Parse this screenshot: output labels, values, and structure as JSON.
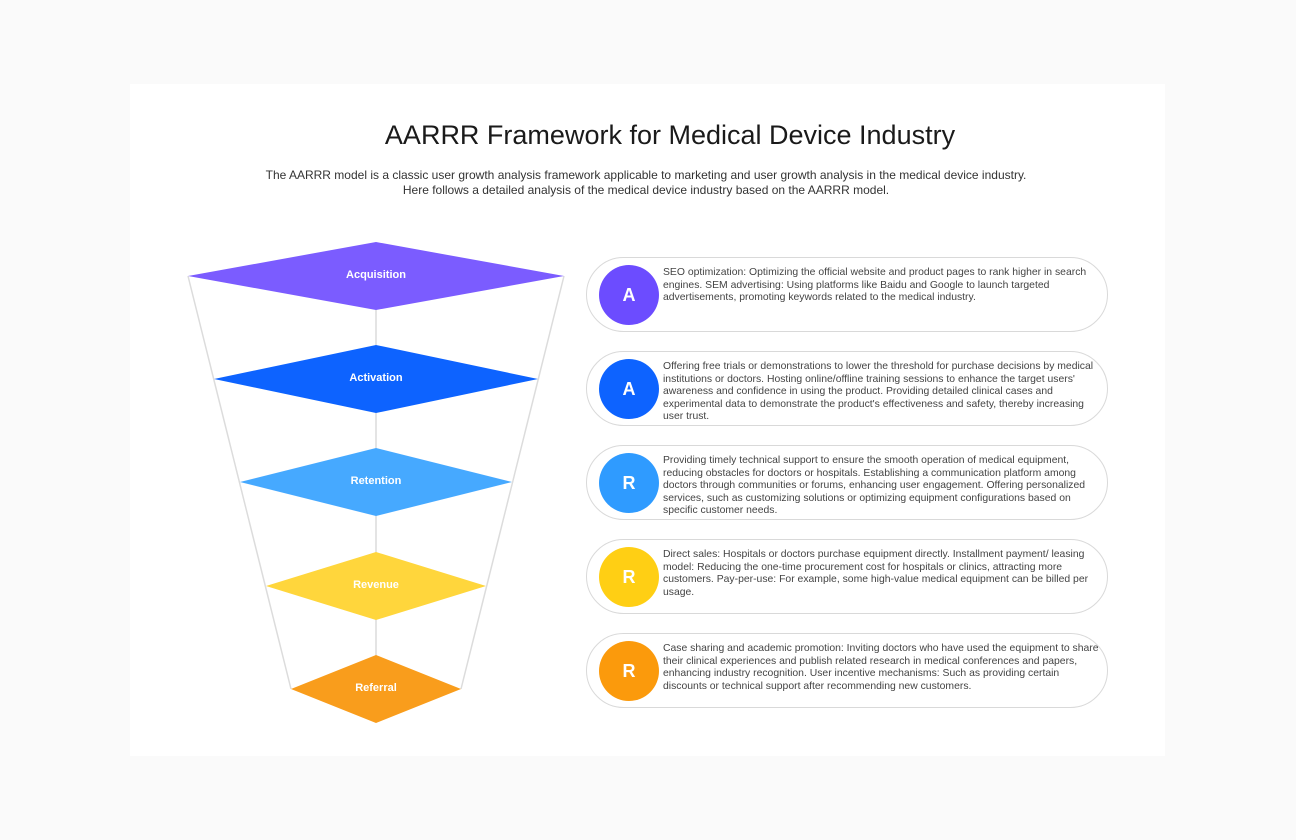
{
  "title": "AARRR Framework for Medical Device Industry",
  "subtitle": "The AARRR model is a classic user growth analysis framework applicable to marketing and user growth analysis in the medical device industry. Here follows a detailed analysis of the medical device industry based on the AARRR model.",
  "stages": [
    {
      "label": "Acquisition",
      "letter": "A",
      "color": "#7b5cff",
      "circle_color": "#6c4cff",
      "text": "SEO optimization: Optimizing the official website and product pages to rank higher in search engines. SEM advertising: Using platforms like Baidu and Google to launch targeted advertisements, promoting keywords related to the medical industry."
    },
    {
      "label": "Activation",
      "letter": "A",
      "color": "#0d63ff",
      "circle_color": "#0d63ff",
      "text": "Offering free trials or demonstrations to lower the threshold for purchase decisions by medical institutions or doctors. Hosting online/offline training sessions to enhance the target users' awareness and confidence in using the product. Providing detailed clinical cases and experimental data to demonstrate the product's effectiveness and safety, thereby increasing user trust."
    },
    {
      "label": "Retention",
      "letter": "R",
      "color": "#46a9ff",
      "circle_color": "#2f9bff",
      "text": "Providing timely technical support to ensure the smooth operation of medical equipment, reducing obstacles for doctors or hospitals. Establishing a communication platform among doctors through communities or forums, enhancing user engagement. Offering personalized services, such as customizing solutions or optimizing equipment configurations based on specific customer needs."
    },
    {
      "label": "Revenue",
      "letter": "R",
      "color": "#ffd63c",
      "circle_color": "#ffcf14",
      "text": "Direct sales: Hospitals or doctors purchase equipment directly. Installment payment/ leasing model: Reducing the one-time procurement cost for hospitals or clinics, attracting more customers. Pay-per-use: For example, some high-value medical equipment can be billed per usage."
    },
    {
      "label": "Referral",
      "letter": "R",
      "color": "#f99d1c",
      "circle_color": "#fb9a0c",
      "text": "Case sharing and academic promotion: Inviting doctors who have used the equipment to share their clinical experiences and publish related research in medical conferences and papers, enhancing industry recognition. User incentive mechanisms: Such as providing certain discounts or technical support after recommending new customers."
    }
  ]
}
